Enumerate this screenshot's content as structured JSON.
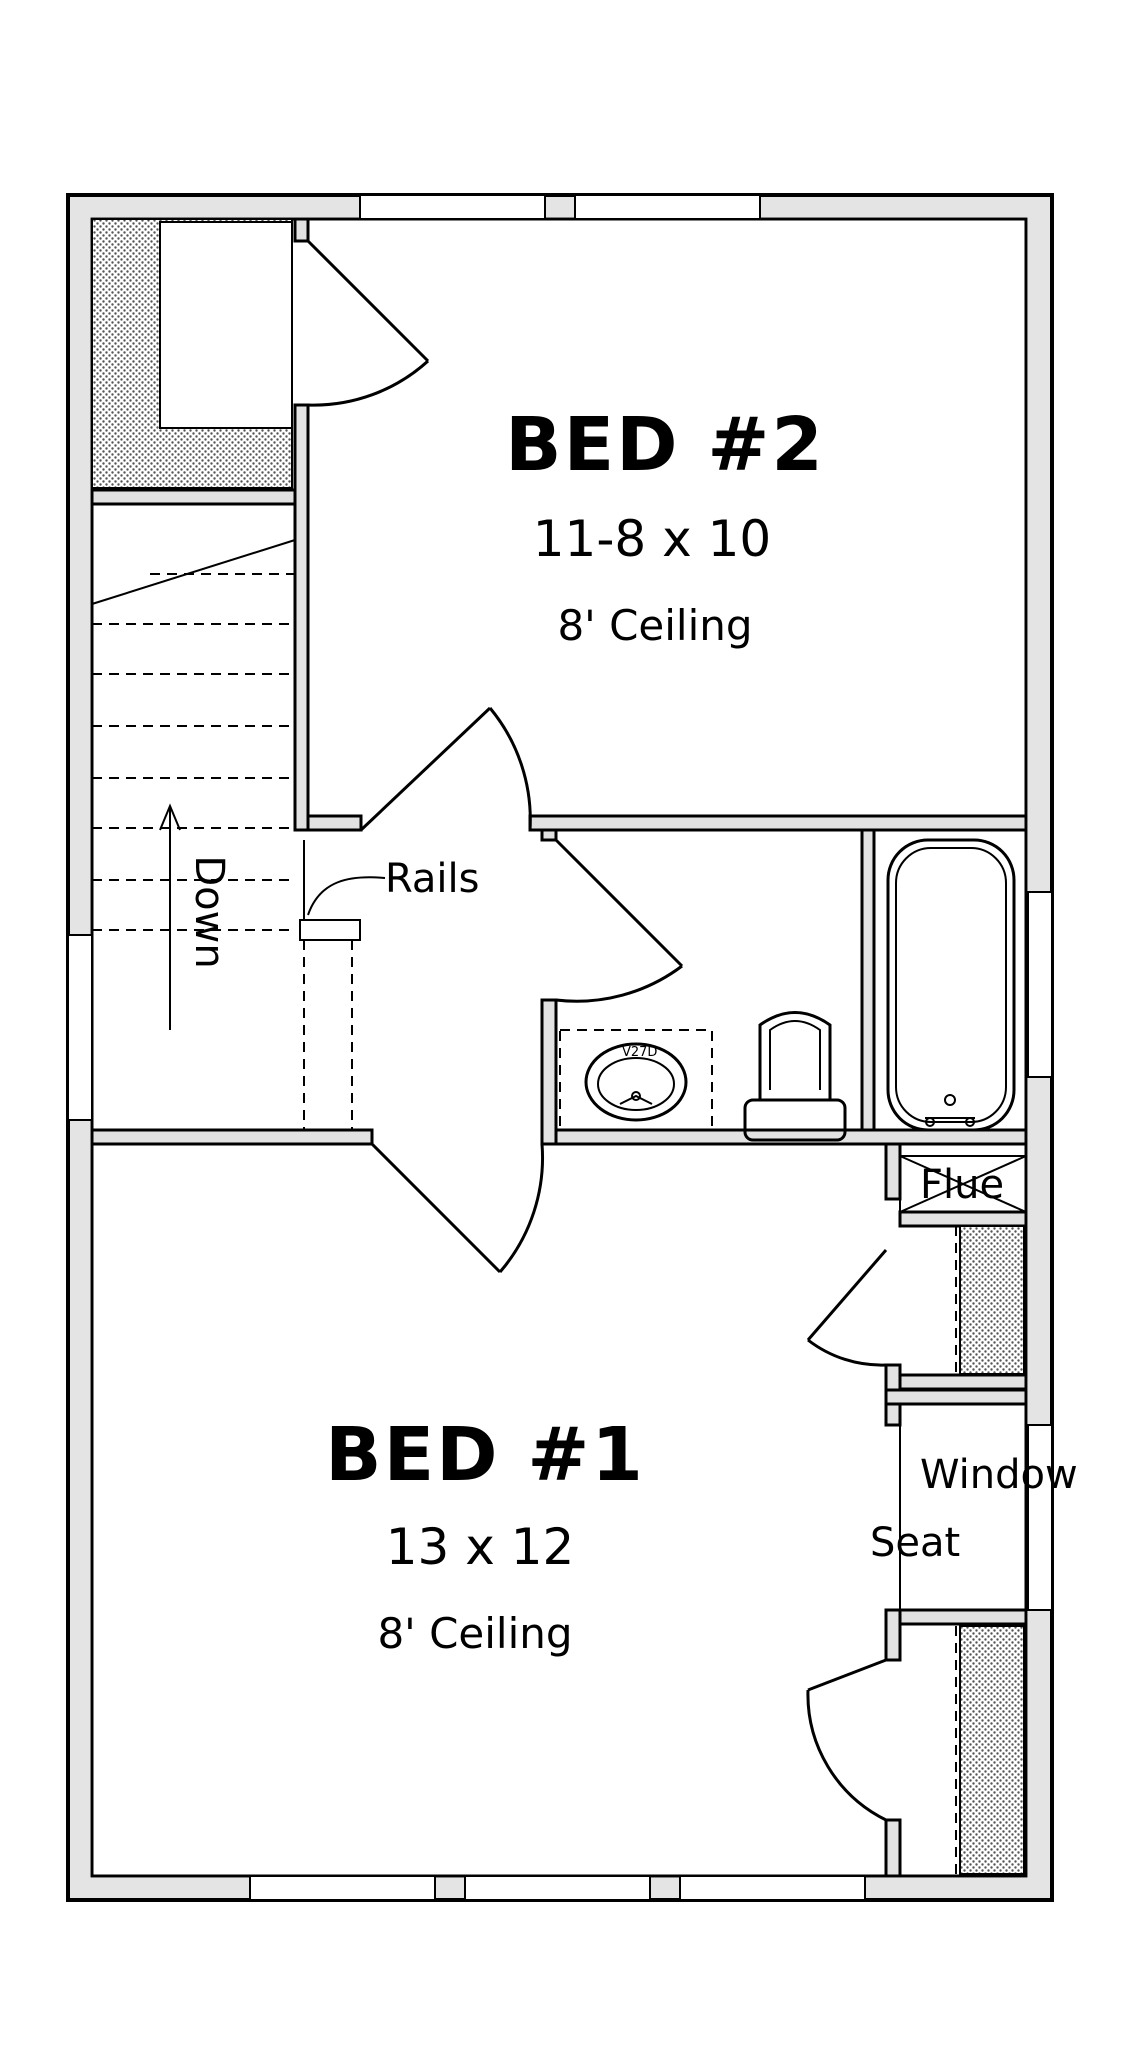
{
  "rooms": {
    "bed2": {
      "name": "BED #2",
      "size": "11-8 x 10",
      "ceiling": "8' Ceiling"
    },
    "bed1": {
      "name": "BED #1",
      "size": "13 x 12",
      "ceiling": "8' Ceiling"
    }
  },
  "labels": {
    "rails": "Rails",
    "down": "Down",
    "flue": "Flue",
    "window_seat_line1": "Window",
    "window_seat_line2": "Seat",
    "sink_tag": "V27D"
  }
}
